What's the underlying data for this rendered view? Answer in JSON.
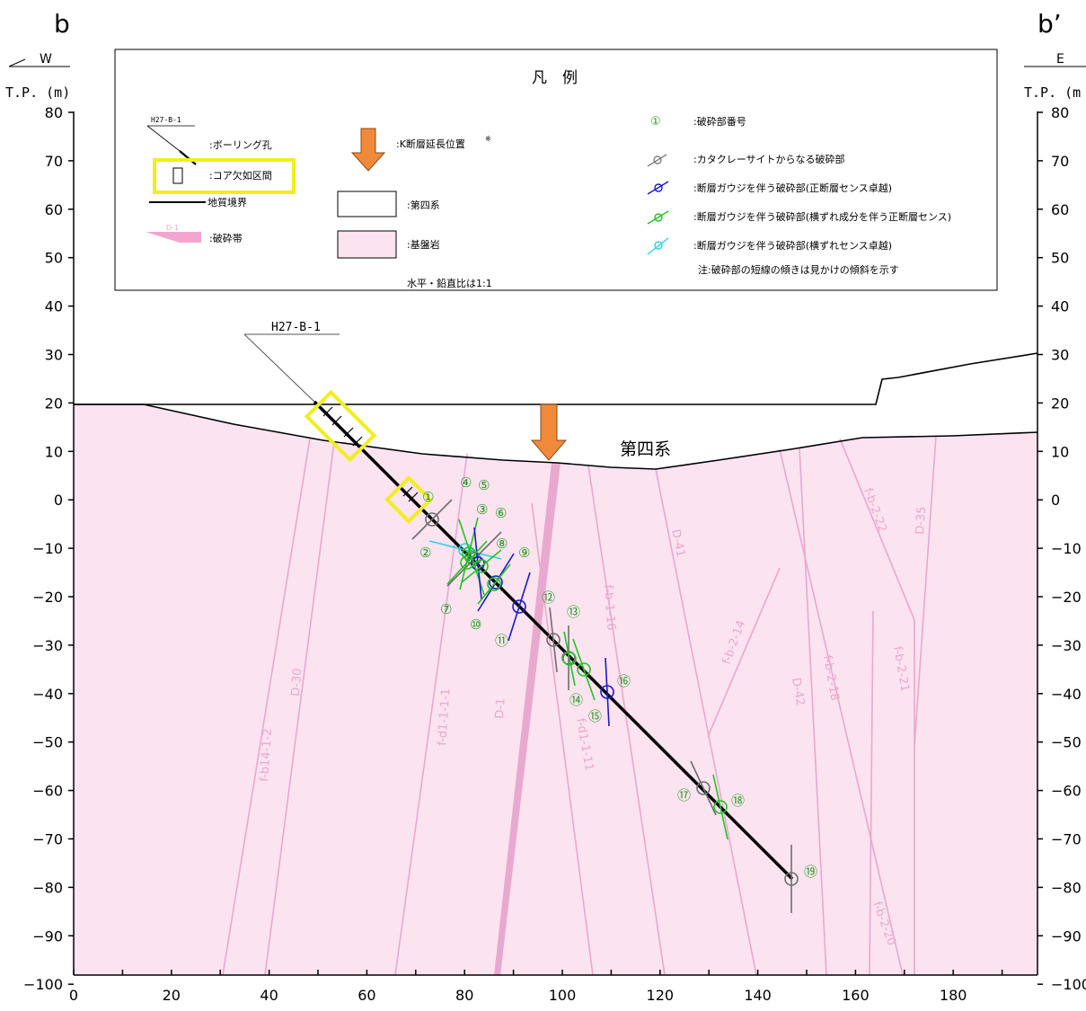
{
  "section_start_label": "b",
  "section_end_label": "b’",
  "west_label": "W",
  "east_label": "E",
  "left_axis_title": "T.P. (m)",
  "right_axis_title": "T.P. (m",
  "y_ticks": [
    "80",
    "70",
    "60",
    "50",
    "40",
    "30",
    "20",
    "10",
    "0",
    "−10",
    "−20",
    "−30",
    "−40",
    "−50",
    "−60",
    "−70",
    "−80",
    "−90",
    "−100"
  ],
  "x_ticks": [
    "0",
    "20",
    "40",
    "60",
    "80",
    "100",
    "120",
    "140",
    "160",
    "180"
  ],
  "legend": {
    "title": "凡　例",
    "borehole_example": "H27-B-1",
    "borehole": ":ボーリング孔",
    "core_missing": ":コア欠如区間",
    "geo_boundary": "地質境界",
    "fracture_zone_example": "D-1",
    "fracture_zone": ":破砕帯",
    "k_fault": ":K断層延長位置",
    "k_fault_note_mark": "※",
    "quaternary": ":第四系",
    "bedrock": ":基盤岩",
    "scale_note": "水平・鉛直比は1:1",
    "fracture_number_symbol": "①",
    "fracture_number": ":破砕部番号",
    "cataclasite": ":カタクレーサイトからなる破砕部",
    "gouge_normal": ":断層ガウジを伴う破砕部(正断層センス卓越)",
    "gouge_strike_normal": ":断層ガウジを伴う破砕部(横ずれ成分を伴う正断層センス)",
    "gouge_strike": ":断層ガウジを伴う破砕部(横ずれセンス卓越)",
    "note": "注:破砕部の短線の傾きは見かけの傾斜を示す"
  },
  "borehole_name": "H27-B-1",
  "quaternary_label": "第四系",
  "fault_names": [
    "f-b14-1-2",
    "D-30",
    "f-d1-1-1-1",
    "D-1",
    "f-b-1-16",
    "D-41",
    "f-d1-1-11",
    "f-b-2-14",
    "D-42",
    "f-b-2-18",
    "f-b-2-22",
    "D-35",
    "f-b-2-21",
    "f-b-2-20"
  ],
  "fracture_numbers": [
    "①",
    "②",
    "③",
    "④",
    "⑤",
    "⑥",
    "⑦",
    "⑧",
    "⑨",
    "⑩",
    "⑪",
    "⑫",
    "⑬",
    "⑭",
    "⑮",
    "⑯",
    "⑰",
    "⑱",
    "⑲"
  ],
  "colors": {
    "bedrock": "#fbe3ef",
    "fault_line": "#e9a8cf",
    "fracture_label": "#1f9a1f",
    "cataclasite": "#6e6e6e",
    "gouge_normal": "#1a1acc",
    "gouge_strike_normal": "#22c322",
    "gouge_strike": "#29d3e6",
    "highlight": "#f2ee1e",
    "k_fault_arrow": "#f08a3a"
  }
}
